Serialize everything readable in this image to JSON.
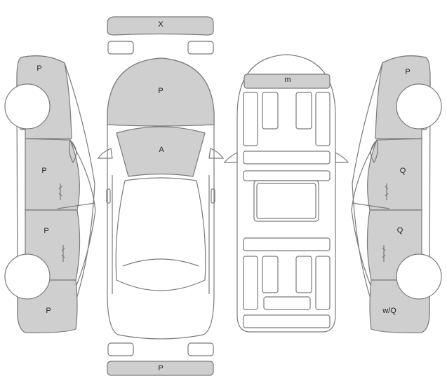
{
  "colors": {
    "damaged_panel": "#cfcfcf",
    "outline": "#7a7a7a",
    "background": "#ffffff",
    "label_text": "#222222"
  },
  "views": {
    "front_bumper": {
      "code": "X"
    },
    "rear_bumper": {
      "code": "P"
    },
    "left_side": {
      "front_fender": {
        "code": "P"
      },
      "front_door": {
        "code": "P"
      },
      "rear_door": {
        "code": "P"
      },
      "rear_quarter": {
        "code": "P"
      }
    },
    "top": {
      "hood": {
        "code": "P"
      },
      "windshield": {
        "code": "A"
      }
    },
    "interior": {
      "dashboard": {
        "code": "m"
      }
    },
    "right_side": {
      "front_fender": {
        "code": "P"
      },
      "front_door": {
        "code": "Q"
      },
      "rear_door": {
        "code": "Q"
      },
      "rear_quarter": {
        "code": "w/Q"
      }
    }
  }
}
